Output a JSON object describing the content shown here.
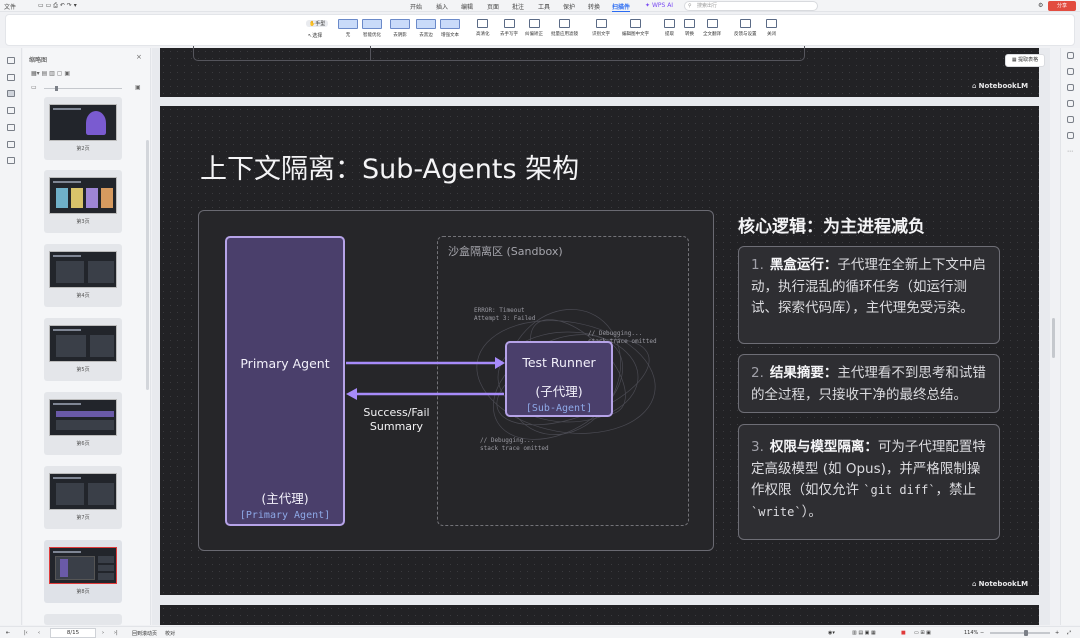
{
  "titlebar": {
    "file": "文件",
    "tabs": [
      "开始",
      "插入",
      "编辑",
      "页面",
      "批注",
      "工具",
      "保护",
      "转换",
      "扫描件"
    ],
    "active_tab": "扫描件",
    "wps_ai": "WPS AI",
    "search_placeholder": "搜索出行",
    "share": "分享"
  },
  "ribbon": {
    "hand": "手型",
    "select": "选择",
    "buttons": [
      "无",
      "智能优化",
      "去阴影",
      "去黑边",
      "增强文本",
      "高清化",
      "去手写字",
      "纠偏矫正",
      "批量应用滤镜",
      "识别文字",
      "编辑图中文字",
      "提取",
      "转换",
      "全文翻译",
      "反馈与设置",
      "关闭"
    ]
  },
  "thumbnails": {
    "title": "缩略图",
    "items": [
      "第2页",
      "第3页",
      "第4页",
      "第5页",
      "第6页",
      "第7页",
      "第8页"
    ],
    "selected": "第8页"
  },
  "slide": {
    "title": "上下文隔离：Sub-Agents 架构",
    "brand": "NotebookLM",
    "primary_name": "Primary Agent",
    "primary_cn": "(主代理)",
    "primary_code": "[Primary Agent]",
    "sandbox_label": "沙盒隔离区 (Sandbox)",
    "runner_name": "Test Runner",
    "runner_cn": "(子代理)",
    "runner_code": "[Sub-Agent]",
    "return_label_1": "Success/Fail",
    "return_label_2": "Summary",
    "logs": [
      "ERROR: Timeout",
      "Attempt 3: Failed",
      "// Debugging...",
      "stack trace omitted",
      "// Debugging...",
      "stack trace omitted"
    ],
    "logic_title": "核心逻辑：为主进程减负",
    "cards": [
      {
        "num": "1.",
        "bold": "黑盒运行：",
        "text": "子代理在全新上下文中启动，执行混乱的循环任务（如运行测试、探索代码库），主代理免受污染。"
      },
      {
        "num": "2.",
        "bold": "结果摘要：",
        "text": "主代理看不到思考和试错的全过程，只接收干净的最终总结。"
      },
      {
        "num": "3.",
        "bold": "权限与模型隔离：",
        "text_a": "可为子代理配置特定高级模型 (如 Opus)，并严格限制操作权限（如仅允许 ",
        "code_a": "`git diff`",
        "text_b": "，禁止 ",
        "code_b": "`write`",
        "text_c": "）。"
      }
    ]
  },
  "side": {
    "extract": "提取表格"
  },
  "status": {
    "page": "8/15",
    "view_mode": "回到滚动页",
    "proofread": "校对",
    "zoom": "114%"
  },
  "colors": {
    "accent": "#2a6bf2",
    "agent_fill": "#4a3f6b",
    "agent_border": "#b6a3e8",
    "arrow": "#a78bfa",
    "slide_bg": "#222225"
  }
}
